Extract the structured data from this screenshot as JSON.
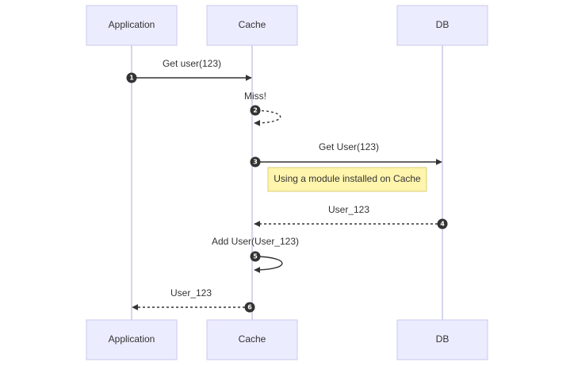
{
  "actors": [
    {
      "id": "application",
      "label": "Application"
    },
    {
      "id": "cache",
      "label": "Cache"
    },
    {
      "id": "db",
      "label": "DB"
    }
  ],
  "messages": [
    {
      "number": "1",
      "from": "application",
      "to": "cache",
      "label": "Get user(123)",
      "style": "solid"
    },
    {
      "number": "2",
      "from": "cache",
      "to": "cache",
      "label": "Miss!",
      "style": "dashed"
    },
    {
      "number": "3",
      "from": "cache",
      "to": "db",
      "label": "Get User(123)",
      "style": "solid"
    },
    {
      "number": "4",
      "from": "db",
      "to": "cache",
      "label": "User_123",
      "style": "dashed"
    },
    {
      "number": "5",
      "from": "cache",
      "to": "cache",
      "label": "Add User(User_123)",
      "style": "solid"
    },
    {
      "number": "6",
      "from": "cache",
      "to": "application",
      "label": "User_123",
      "style": "dashed"
    }
  ],
  "note": {
    "text": "Using a module installed on Cache",
    "over": "cache"
  },
  "colors": {
    "actor_fill": "#ECECFF",
    "actor_border": "#C9C9EE",
    "lifeline": "#D6D6F0",
    "line": "#333333",
    "note_fill": "#FFF5AD",
    "note_border": "#D8CF7A"
  }
}
